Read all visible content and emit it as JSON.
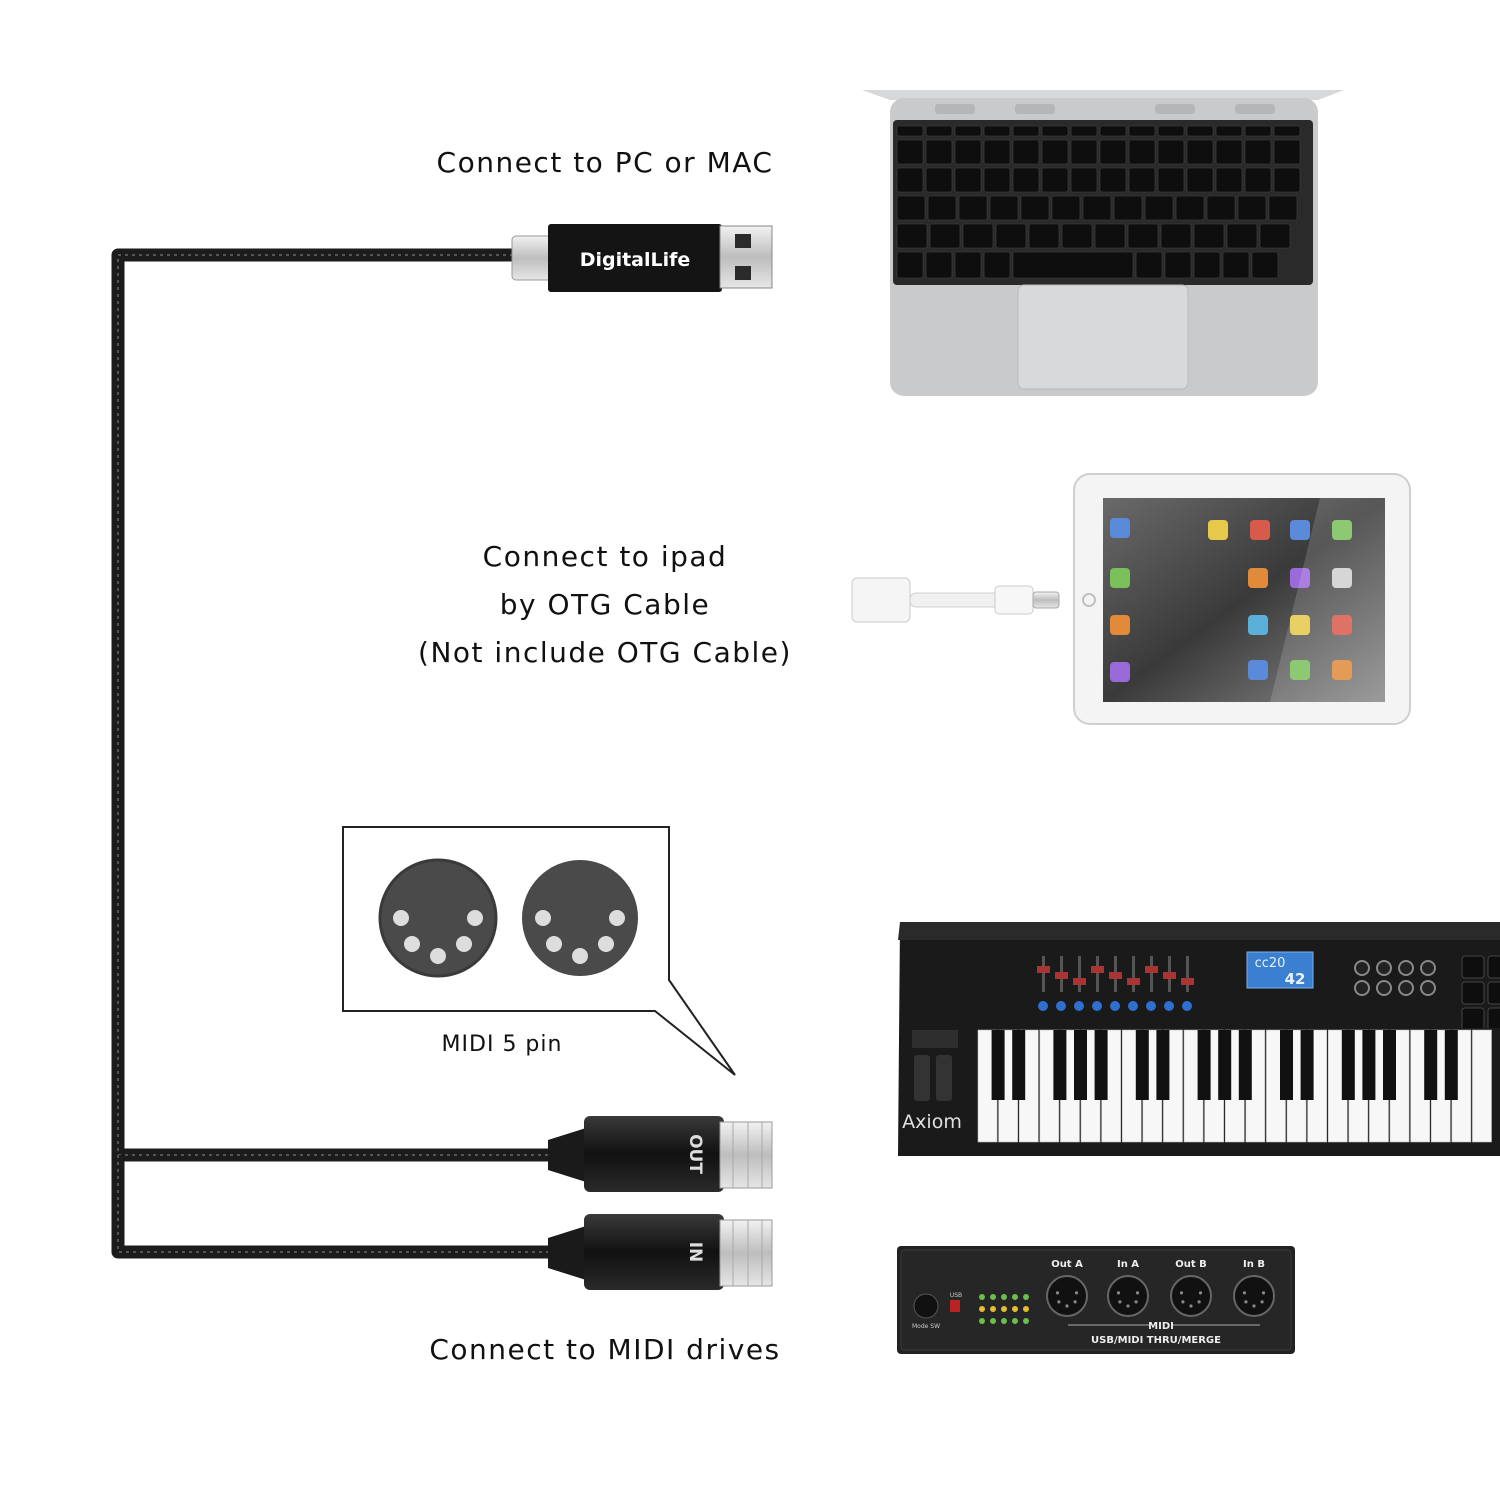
{
  "labels": {
    "pc": "Connect to PC or MAC",
    "ipad": [
      "Connect to ipad",
      "by OTG Cable",
      "(Not include OTG Cable)"
    ],
    "midi": "Connect to MIDI drives",
    "five_pin": "MIDI 5 pin"
  },
  "usb_brand": "DigitalLife",
  "connectors": {
    "out": "OUT",
    "in": "IN"
  },
  "keyboard_brand": "Axiom",
  "lcd": {
    "line1": "cc20",
    "line2": "42"
  },
  "interface": {
    "ports": [
      "Out A",
      "In A",
      "Out B",
      "In B"
    ],
    "group_label": "MIDI",
    "subtitle": "USB/MIDI THRU/MERGE",
    "mode_label": "Mode SW",
    "usb_label": "USB"
  },
  "colors": {
    "cable": "#1c1c1c",
    "connector": "#151515",
    "laptop_body": "#c9cacc",
    "ipad_frame": "#f4f4f4",
    "keyboard_body": "#1a1a1a"
  }
}
